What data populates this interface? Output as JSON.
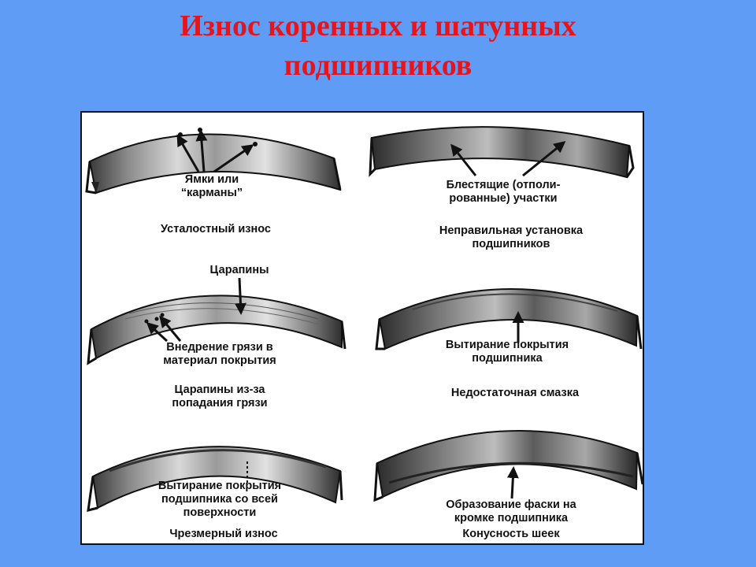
{
  "title": {
    "line1": "Износ коренных и шатунных",
    "line2": "подшипников"
  },
  "colors": {
    "background": "#5e9cf5",
    "title": "#e8141c",
    "panel": "#ffffff"
  },
  "cells": [
    {
      "callout": [
        "Ямки или",
        "“карманы”"
      ],
      "caption": [
        "Усталостный износ"
      ]
    },
    {
      "callout": [
        "Блестящие (отполи-",
        "рованные) участки"
      ],
      "caption": [
        "Неправильная установка",
        "подшипников"
      ]
    },
    {
      "top_callout": "Царапины",
      "callout": [
        "Внедрение грязи в",
        "материал покрытия"
      ],
      "caption": [
        "Царапины из-за",
        "попадания грязи"
      ]
    },
    {
      "callout": [
        "Вытирание покрытия",
        "подшипника"
      ],
      "caption": [
        "Недостаточная смазка"
      ]
    },
    {
      "callout": [
        "Вытирание покрытия",
        "подшипника со всей",
        "поверхности"
      ],
      "caption": [
        "Чрезмерный износ"
      ]
    },
    {
      "callout": [
        "Образование фаски на",
        "кромке подшипника"
      ],
      "caption": [
        "Конусность шеек"
      ]
    }
  ]
}
